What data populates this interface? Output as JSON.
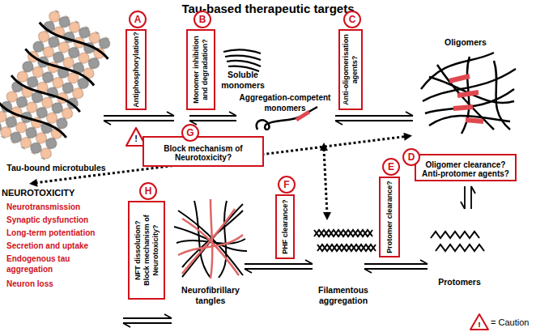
{
  "diagram": {
    "title": "Tau-based therapeutic targets",
    "nodes": [
      {
        "text": [
          "A",
          "Antiphosphorylation?"
        ]
      },
      {
        "text": [
          "B",
          "Monomer inhibition and degradation?"
        ]
      },
      {
        "text": [
          "C",
          "Anti-oligomerisation agents?"
        ]
      },
      {
        "text": [
          "G",
          "Block mechanism of Neurotoxicity?"
        ]
      },
      {
        "text": [
          "D",
          "Oligomer clearance?",
          "Anti-protomer agents?"
        ]
      },
      {
        "text": [
          "E",
          "Protomer clearance?"
        ]
      },
      {
        "text": [
          "F",
          "PHF clearance?"
        ]
      },
      {
        "text": [
          "H",
          "NFT dissolution?",
          "Block mechanism of Neurotoxicity?"
        ]
      }
    ],
    "labels": [
      "Tau-bound microtubules",
      "!",
      "Soluble monomers",
      "Aggregation-competent monomers",
      "Oligomers",
      "NEUROTOXICITY",
      "Neurotransmission",
      "Synaptic dysfunction",
      "Long-term potentiation",
      "Secretion and uptake",
      "Endogenous tau aggregation",
      "Neuron loss",
      "Neurofibrillary tangles",
      "Filamentous aggregation",
      "Protomers",
      "!"
    ],
    "legend": [
      {
        "text": "= Caution"
      }
    ]
  }
}
